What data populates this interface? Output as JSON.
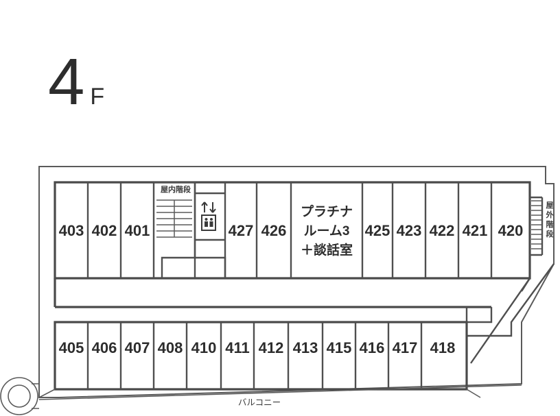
{
  "floor": {
    "number": "4",
    "suffix": "F"
  },
  "colors": {
    "ink": "#2d2d2d",
    "wall": "#4f4f4f",
    "background": "#ffffff"
  },
  "facilities": {
    "indoor_stairs": "屋内階段",
    "outdoor_stairs": "屋外階段",
    "elevator_icon": "elevator-icon",
    "balcony": "バルコニー"
  },
  "upper_row": {
    "rooms": [
      {
        "label": "403"
      },
      {
        "label": "402"
      },
      {
        "label": "401"
      },
      {
        "label": "427"
      },
      {
        "label": "426"
      },
      {
        "label": "425"
      },
      {
        "label": "423"
      },
      {
        "label": "422"
      },
      {
        "label": "421"
      },
      {
        "label": "420"
      }
    ],
    "suite": {
      "line1": "プラチナ",
      "line2": "ルーム3",
      "line3": "＋談話室"
    }
  },
  "lower_row": {
    "rooms": [
      {
        "label": "405"
      },
      {
        "label": "406"
      },
      {
        "label": "407"
      },
      {
        "label": "408"
      },
      {
        "label": "410"
      },
      {
        "label": "411"
      },
      {
        "label": "412"
      },
      {
        "label": "413"
      },
      {
        "label": "415"
      },
      {
        "label": "416"
      },
      {
        "label": "417"
      },
      {
        "label": "418"
      }
    ]
  }
}
